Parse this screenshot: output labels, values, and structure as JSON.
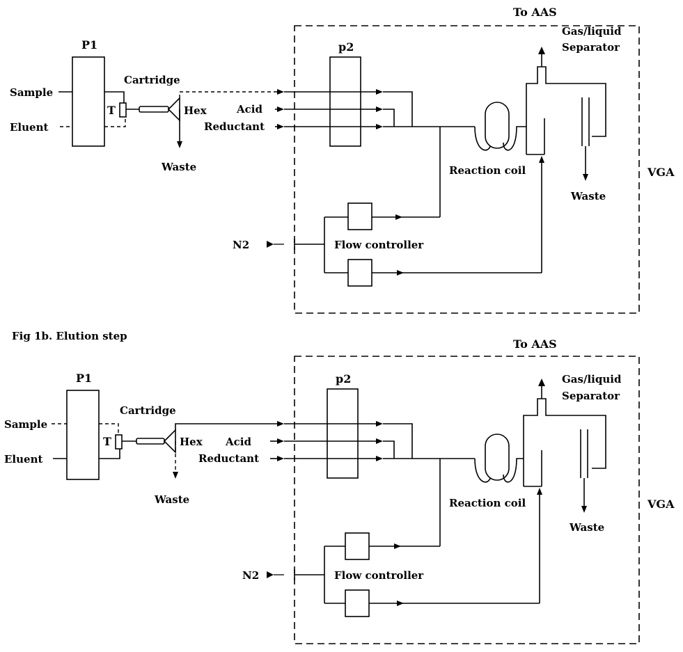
{
  "panels": [
    {
      "id": "load",
      "caption": "",
      "labels": {
        "pump1": "P1",
        "pump2": "p2",
        "sample": "Sample",
        "eluent": "Eluent",
        "tee": "T",
        "cartridge": "Cartridge",
        "hex": "Hex",
        "waste_left": "Waste",
        "acid": "Acid",
        "reductant": "Reductant",
        "to_aas": "To AAS",
        "separator_line1": "Gas/liquid",
        "separator_line2": "Separator",
        "reaction_coil": "Reaction coil",
        "waste_right": "Waste",
        "vga": "VGA",
        "n2": "N2",
        "flow_controller": "Flow controller"
      }
    },
    {
      "id": "elution",
      "caption": "Fig 1b. Elution step",
      "labels": {
        "pump1": "P1",
        "pump2": "p2",
        "sample": "Sample",
        "eluent": "Eluent",
        "tee": "T",
        "cartridge": "Cartridge",
        "hex": "Hex",
        "waste_left": "Waste",
        "acid": "Acid",
        "reductant": "Reductant",
        "to_aas": "To AAS",
        "separator_line1": "Gas/liquid",
        "separator_line2": "Separator",
        "reaction_coil": "Reaction coil",
        "waste_right": "Waste",
        "vga": "VGA",
        "n2": "N2",
        "flow_controller": "Flow controller"
      }
    }
  ]
}
